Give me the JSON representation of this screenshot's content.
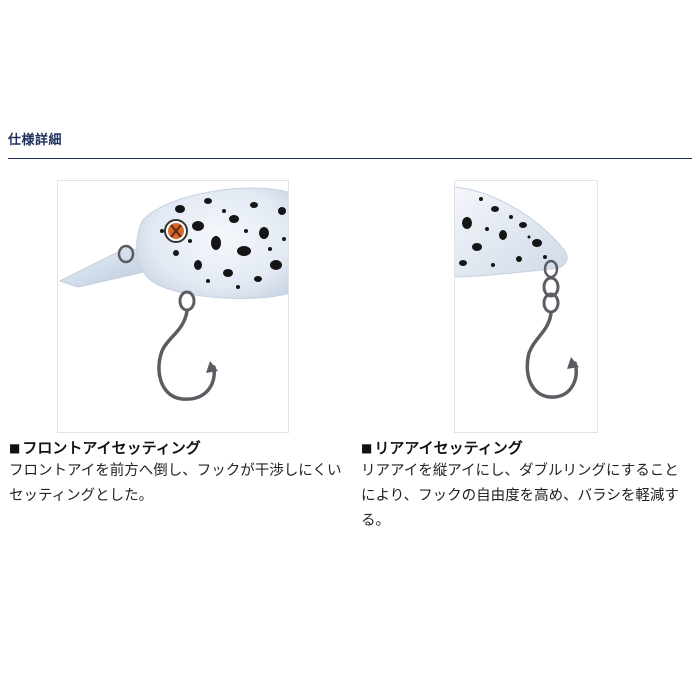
{
  "section": {
    "title": "仕様詳細"
  },
  "features": {
    "front": {
      "bullet": "■",
      "heading": "フロントアイセッティング",
      "body": "フロントアイを前方へ倒し、フックが干渉しにくいセッティングとした。"
    },
    "rear": {
      "bullet": "■",
      "heading": "リアアイセッティング",
      "body": "リアアイを縦アイにし、ダブルリングにすることにより、フックの自由度を高め、バラシを軽減する。"
    }
  },
  "colors": {
    "heading_navy": "#1d2f5c",
    "lure_body": "#e8eef6",
    "speckle": "#151515",
    "eye_orange": "#d9682b",
    "hook_steel": "#5a5e63"
  },
  "images": {
    "front": "front-eye-hook-photo",
    "rear": "rear-eye-double-ring-photo"
  }
}
